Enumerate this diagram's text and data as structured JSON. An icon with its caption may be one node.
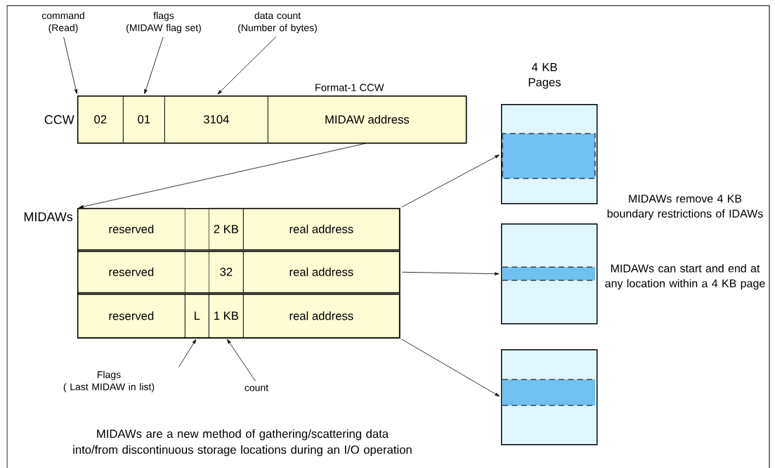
{
  "diagram": {
    "caption": "MIDAWs are a new method of gathering/scattering data into/from discontinuous storage locations during an I/O operation",
    "nodes": [
      {
        "text": [
          "CCW",
          "Format-1 CCW"
        ]
      },
      {
        "text": [
          "02"
        ],
        "in": 0
      },
      {
        "text": [
          "01"
        ],
        "in": 0
      },
      {
        "text": [
          "3104"
        ],
        "in": 0
      },
      {
        "text": [
          "MIDAW address"
        ],
        "in": 0
      },
      {
        "text": [
          "command",
          "(Read)"
        ]
      },
      {
        "text": [
          "flags",
          "(MIDAW flag set)"
        ]
      },
      {
        "text": [
          "data count",
          "(Number of bytes)"
        ]
      },
      {
        "text": [
          "MIDAWs"
        ]
      },
      {
        "text": [],
        "shape": "box",
        "in": 8
      },
      {
        "text": [
          "reserved"
        ],
        "in": 9
      },
      {
        "text": [
          "2 KB"
        ],
        "in": 9
      },
      {
        "text": [
          "real address"
        ],
        "in": 9
      },
      {
        "text": [],
        "shape": "box",
        "in": 8
      },
      {
        "text": [
          "reserved"
        ],
        "in": 13
      },
      {
        "text": [
          "32"
        ],
        "in": 13
      },
      {
        "text": [
          "real address"
        ],
        "in": 13
      },
      {
        "text": [],
        "shape": "box",
        "in": 8
      },
      {
        "text": [
          "reserved"
        ],
        "in": 17
      },
      {
        "text": [
          "L"
        ],
        "in": 17
      },
      {
        "text": [
          "1 KB"
        ],
        "in": 17
      },
      {
        "text": [
          "real address"
        ],
        "in": 17
      },
      {
        "text": [
          "Flags",
          "( Last MIDAW in list)"
        ]
      },
      {
        "text": [
          "count"
        ]
      },
      {
        "text": [],
        "shape": "box"
      },
      {
        "text": [],
        "shape": "box"
      },
      {
        "text": [],
        "shape": "box"
      }
    ],
    "edges": [
      {
        "from": 5,
        "to": 1,
        "arrow": "to"
      },
      {
        "from": 6,
        "to": 2,
        "arrow": "to"
      },
      {
        "from": 7,
        "to": 3,
        "arrow": "to"
      },
      {
        "from": 4,
        "to": 8,
        "arrow": "to"
      },
      {
        "from": 9,
        "to": 24,
        "arrow": "to"
      },
      {
        "from": 13,
        "to": 25,
        "arrow": "to"
      },
      {
        "from": 17,
        "to": 26,
        "arrow": "to"
      },
      {
        "from": 22,
        "to": 19,
        "arrow": "to"
      },
      {
        "from": 23,
        "to": 20,
        "arrow": "to"
      }
    ],
    "labels": [
      "4 KB Pages",
      "MIDAWs remove 4 KB boundary restrictions of IDAWs",
      "MIDAWs can start and end at any location within a 4 KB page"
    ]
  }
}
